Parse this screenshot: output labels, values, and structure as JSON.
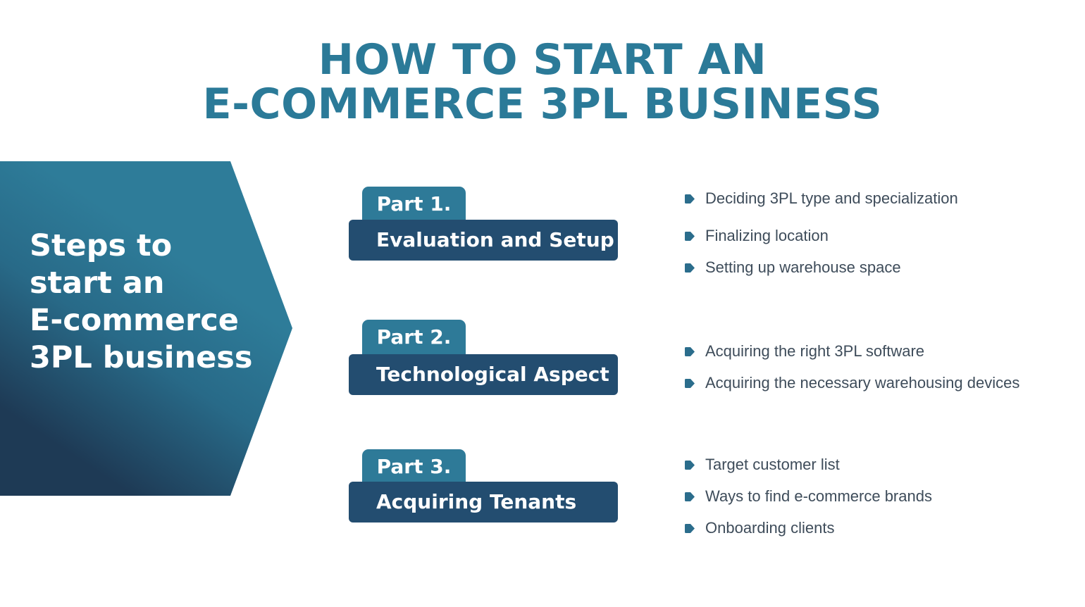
{
  "title": {
    "line1": "HOW TO START AN",
    "line2": "E-COMMERCE 3PL BUSINESS"
  },
  "sidebar": {
    "lines": [
      "Steps to",
      "start an",
      "E-commerce",
      "3PL business"
    ],
    "gradient_colors": [
      "#2e7c99",
      "#1e3a55"
    ]
  },
  "parts": [
    {
      "label": "Part 1.",
      "heading": "Evaluation and Setup",
      "items": [
        "Deciding 3PL type and specialization",
        "Finalizing location",
        "Setting up warehouse space"
      ]
    },
    {
      "label": "Part 2.",
      "heading": "Technological Aspect",
      "items": [
        "Acquiring the right 3PL software",
        "Acquiring the necessary warehousing devices"
      ]
    },
    {
      "label": "Part 3.",
      "heading": "Acquiring Tenants",
      "items": [
        "Target customer list",
        "Ways to find e-commerce brands",
        "Onboarding clients"
      ]
    }
  ],
  "colors": {
    "title": "#2b7a98",
    "tab": "#2e7a98",
    "bar": "#234d70",
    "bullet": "#2b6d8c",
    "text": "#3e4c5a"
  }
}
